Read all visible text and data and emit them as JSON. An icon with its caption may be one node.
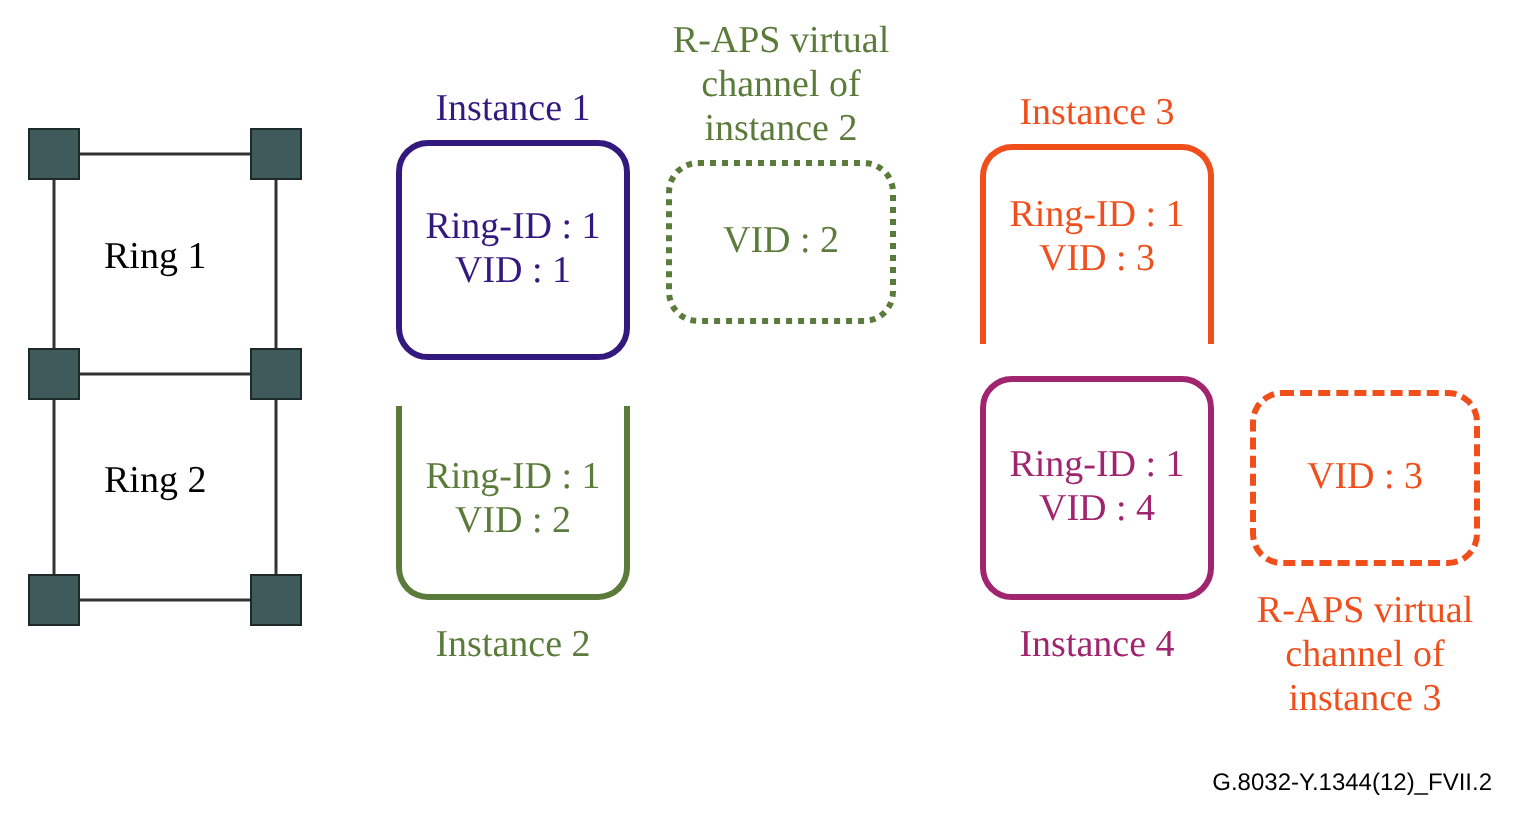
{
  "diagram": {
    "caption": "G.8032-Y.1344(12)_FVII.2",
    "nodes": [
      {
        "text": [],
        "shape": "box"
      },
      {
        "text": [],
        "shape": "box"
      },
      {
        "text": [],
        "shape": "box"
      },
      {
        "text": [],
        "shape": "box"
      },
      {
        "text": [],
        "shape": "box"
      },
      {
        "text": [],
        "shape": "box"
      },
      {
        "text": [
          "Instance 1",
          "Ring-ID : 1 VID : 1"
        ]
      },
      {
        "text": [
          "R-APS virtual channel of instance 2",
          "VID : 2"
        ]
      },
      {
        "text": [
          "Ring-ID : 1 VID : 2",
          "Instance 2"
        ]
      },
      {
        "text": [
          "Instance 3",
          "Ring-ID : 1 VID : 3"
        ]
      },
      {
        "text": [
          "Ring-ID : 1 VID : 4",
          "Instance 4"
        ]
      },
      {
        "text": [
          "VID : 3",
          "R-APS virtual channel of instance 3"
        ]
      }
    ],
    "edges": [
      {
        "from": 0,
        "to": 1,
        "arrow": "none"
      },
      {
        "from": 0,
        "to": 2,
        "arrow": "none"
      },
      {
        "from": 1,
        "to": 3,
        "arrow": "none"
      },
      {
        "from": 2,
        "to": 3,
        "arrow": "none"
      },
      {
        "from": 2,
        "to": 4,
        "arrow": "none"
      },
      {
        "from": 3,
        "to": 5,
        "arrow": "none"
      },
      {
        "from": 4,
        "to": 5,
        "arrow": "none"
      }
    ],
    "labels": [
      "Ring 1",
      "Ring 2"
    ]
  }
}
